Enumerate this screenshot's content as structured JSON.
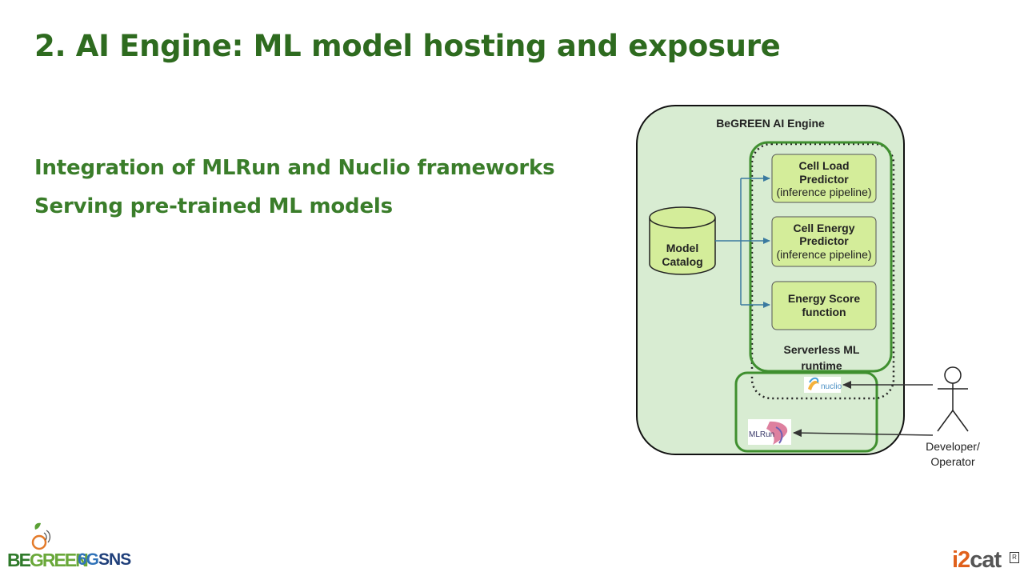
{
  "slide": {
    "title": "2. AI Engine: ML model hosting and exposure",
    "bullets": [
      "Integration of MLRun and Nuclio frameworks",
      "Serving pre-trained ML models"
    ]
  },
  "diagram": {
    "container_title": "BeGREEN AI Engine",
    "catalog": [
      "Model",
      "Catalog"
    ],
    "functions": [
      {
        "lines": [
          "Cell Load",
          "Predictor"
        ],
        "sub": "(inference pipeline)"
      },
      {
        "lines": [
          "Cell Energy",
          "Predictor"
        ],
        "sub": "(inference pipeline)"
      },
      {
        "lines": [
          "Energy Score",
          "function"
        ],
        "sub": ""
      }
    ],
    "runtime_label": [
      "Serverless ML",
      "runtime"
    ],
    "nuclio_label": "nuclio",
    "mlrun_label": "MLRun",
    "actor_label": [
      "Developer/",
      "Operator"
    ]
  },
  "logos": {
    "begreen_be": "BE",
    "begreen_rest": "GREEN",
    "sixg": "6G",
    "sns": "SNS",
    "i2": "i2",
    "cat": "cat",
    "reg": "R"
  },
  "colors": {
    "title_green": "#2e6b1f",
    "bullet_green": "#3a7d2a",
    "engine_fill": "#d8ecd2",
    "function_fill": "#d4ed9a",
    "runtime_border": "#3f8f2f",
    "arrow_blue": "#3a7aa0"
  }
}
